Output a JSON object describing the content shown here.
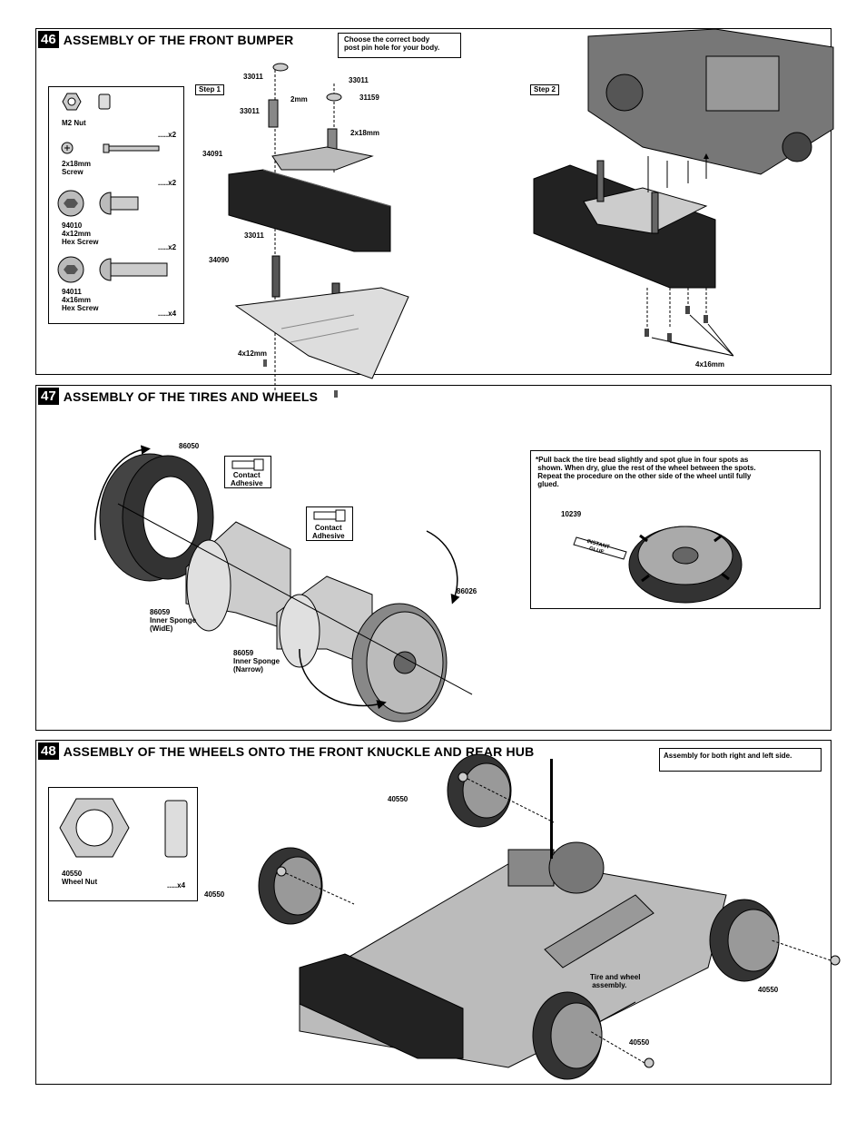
{
  "sections": [
    {
      "number": "46",
      "title": "ASSEMBLY OF THE FRONT BUMPER",
      "note": "Choose the correct body\npost pin hole for your body.",
      "step1": "Step 1",
      "step2": "Step 2",
      "parts_box": [
        {
          "name": "M2 Nut",
          "qty": ".....x2"
        },
        {
          "name": "2x18mm\nScrew",
          "qty": ".....x2"
        },
        {
          "name": "94010\n4x12mm\nHex Screw",
          "qty": ".....x2"
        },
        {
          "name": "94011\n4x16mm\nHex Screw",
          "qty": ".....x4"
        }
      ],
      "callouts": {
        "p33011_a": "33011",
        "p33011_b": "33011",
        "p33011_c": "33011",
        "p33011_d": "33011",
        "p31159": "31159",
        "m2mm": "2mm",
        "m2x18": "2x18mm",
        "p34091": "34091",
        "p34090": "34090",
        "m4x12": "4x12mm",
        "m4x16": "4x16mm"
      }
    },
    {
      "number": "47",
      "title": "ASSEMBLY OF THE TIRES AND WHEELS",
      "callouts": {
        "p86050": "86050",
        "adhesive1": "Contact\nAdhesive",
        "adhesive2": "Contact\nAdhesive",
        "p86026": "86026",
        "sponge_wide": "86059\nInner Sponge\n(WidE)",
        "sponge_narrow": "86059\nInner Sponge\n(Narrow)",
        "p10239": "10239",
        "instant_glue": "INSTANT\nGLUE"
      },
      "glue_note": "*Pull back the tire bead slightly and spot glue in four spots as\n shown. When dry, glue the rest of the wheel between the spots.\n Repeat the procedure on the other side of the wheel until fully\n glued."
    },
    {
      "number": "48",
      "title": "ASSEMBLY OF THE WHEELS ONTO THE FRONT KNUCKLE AND REAR HUB",
      "note": "Assembly for both right and left side.",
      "parts_box": [
        {
          "name": "40550\nWheel Nut",
          "qty": ".....x4"
        }
      ],
      "callouts": {
        "nut1": "40550",
        "nut2": "40550",
        "nut3": "40550",
        "nut4": "40550",
        "tire_assy": "Tire and wheel\n assembly."
      }
    }
  ]
}
